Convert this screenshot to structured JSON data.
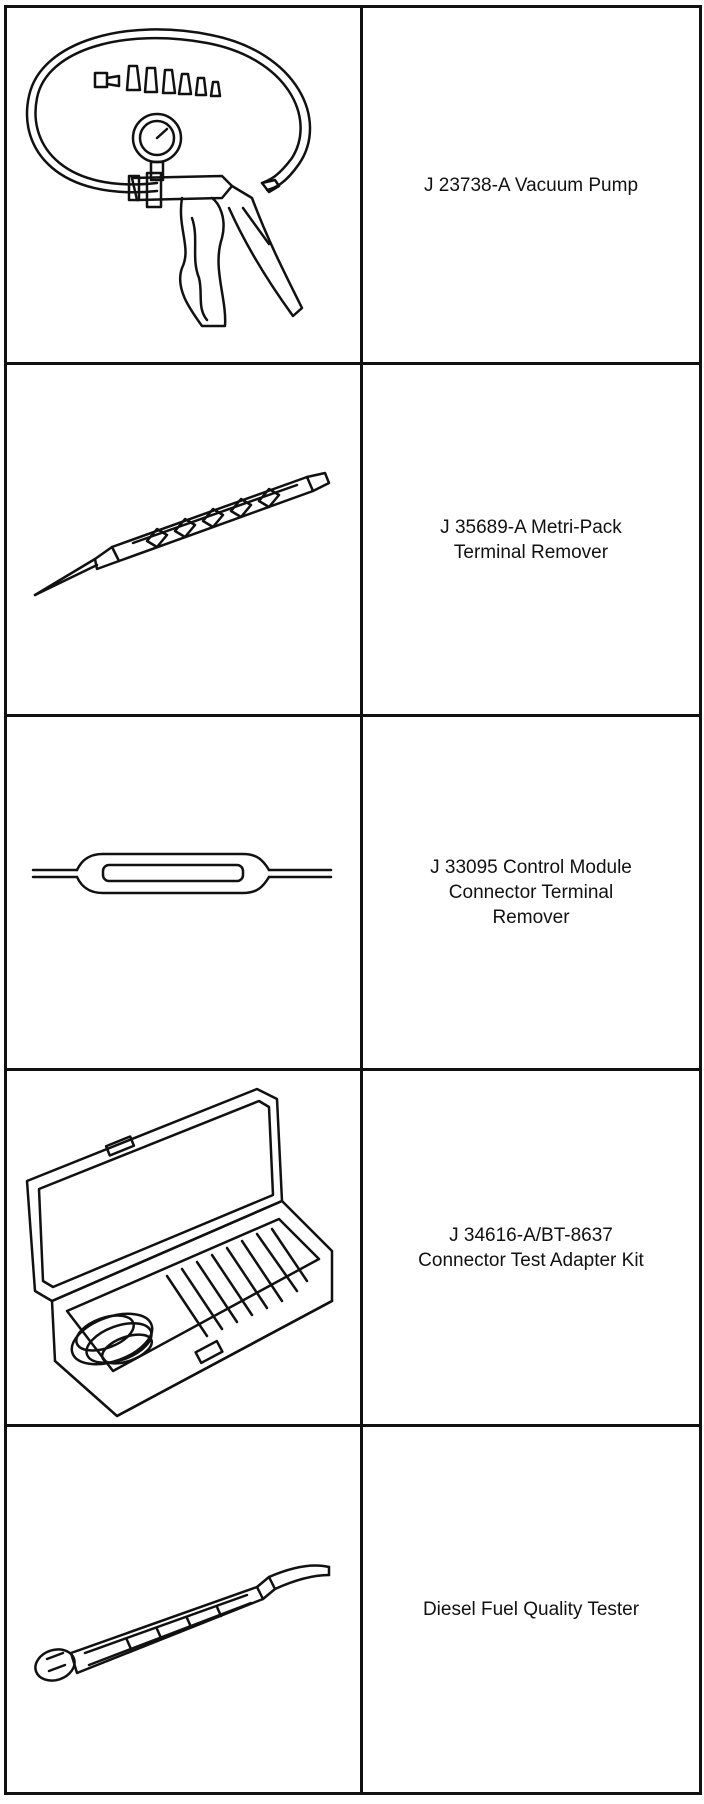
{
  "tools": [
    {
      "icon": "vacuum-pump-icon",
      "lines": [
        "J 23738-A Vacuum Pump"
      ]
    },
    {
      "icon": "terminal-remover-probe-icon",
      "lines": [
        "J 35689-A Metri-Pack",
        "Terminal Remover"
      ]
    },
    {
      "icon": "double-ended-terminal-remover-icon",
      "lines": [
        "J 33095 Control Module",
        "Connector Terminal",
        "Remover"
      ]
    },
    {
      "icon": "adapter-kit-case-icon",
      "lines": [
        "J 34616-A/BT-8637",
        "Connector Test Adapter Kit"
      ]
    },
    {
      "icon": "fuel-tester-icon",
      "lines": [
        "Diesel Fuel Quality Tester"
      ]
    }
  ]
}
